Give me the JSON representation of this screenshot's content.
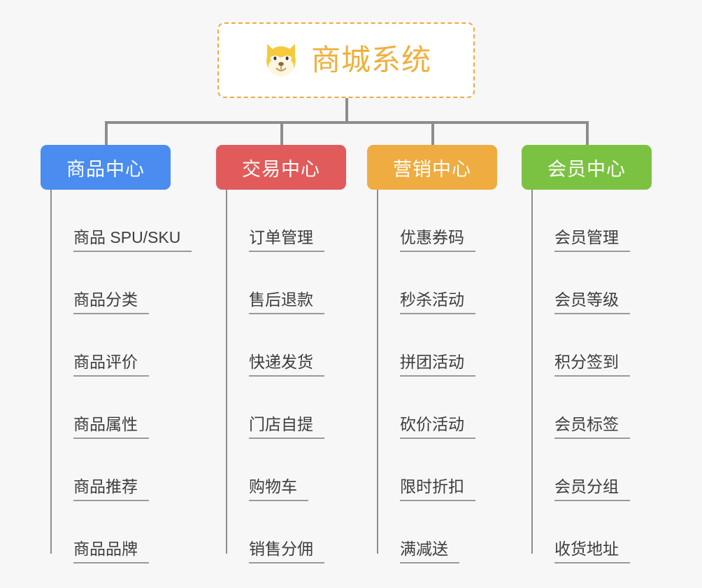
{
  "root": {
    "title": "商城系统",
    "icon": "shiba-dog-face-icon",
    "border_color": "#eeab3e",
    "text_color": "#efb03c"
  },
  "connector_color": "#8d8d8d",
  "background_color": "#f7f7f7",
  "branches": [
    {
      "label": "商品中心",
      "color": "#4a8cf0",
      "items": [
        "商品 SPU/SKU",
        "商品分类",
        "商品评价",
        "商品属性",
        "商品推荐",
        "商品品牌"
      ]
    },
    {
      "label": "交易中心",
      "color": "#e15b5b",
      "items": [
        "订单管理",
        "售后退款",
        "快递发货",
        "门店自提",
        "购物车",
        "销售分佣"
      ]
    },
    {
      "label": "营销中心",
      "color": "#eeac41",
      "items": [
        "优惠券码",
        "秒杀活动",
        "拼团活动",
        "砍价活动",
        "限时折扣",
        "满减送"
      ]
    },
    {
      "label": "会员中心",
      "color": "#7cc242",
      "items": [
        "会员管理",
        "会员等级",
        "积分签到",
        "会员标签",
        "会员分组",
        "收货地址"
      ]
    }
  ]
}
